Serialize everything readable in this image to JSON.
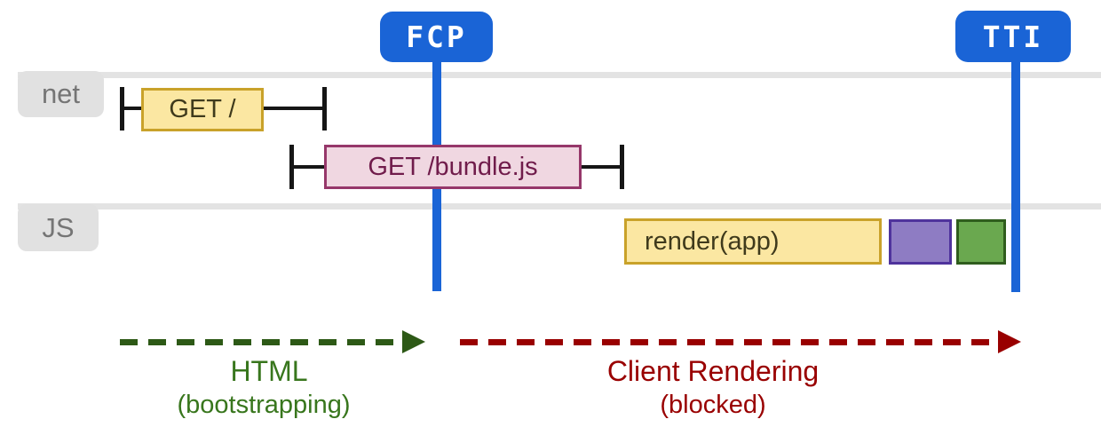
{
  "diagram": {
    "title_semantic": "client-side rendering timeline (network and JS lanes with FCP and TTI markers)",
    "markers": [
      {
        "id": "fcp",
        "label": "FCP",
        "color": "#1a64d6"
      },
      {
        "id": "tti",
        "label": "TTI",
        "color": "#1a64d6"
      }
    ],
    "lanes": [
      {
        "id": "net",
        "label": "net",
        "bg": "#e1e1e1",
        "text_color": "#757575"
      },
      {
        "id": "js",
        "label": "JS",
        "bg": "#e1e1e1",
        "text_color": "#757575"
      }
    ],
    "network_requests": [
      {
        "label": "GET /",
        "fill": "#fbe7a2",
        "border": "#c9a22a",
        "text_color": "#3f3a1c"
      },
      {
        "label": "GET /bundle.js",
        "fill": "#f0d7e1",
        "border": "#96376a",
        "text_color": "#701c4b"
      }
    ],
    "js_tasks": [
      {
        "label": "render(app)",
        "fill": "#fbe7a2",
        "border": "#c9a22a",
        "text_color": "#3f3a1c"
      },
      {
        "label": "",
        "fill": "#8e7cc3",
        "border": "#4f339c"
      },
      {
        "label": "",
        "fill": "#6aa84f",
        "border": "#2f5d1d"
      }
    ],
    "phases": [
      {
        "title": "HTML",
        "subtitle": "(bootstrapping)",
        "color": "#38761d",
        "arrow_color": "#2d5916"
      },
      {
        "title": "Client Rendering",
        "subtitle": "(blocked)",
        "color": "#990000",
        "arrow_color": "#990000"
      }
    ],
    "misc_colors": {
      "lane_line": "#e3e3e3",
      "whisker_tick": "#161616",
      "background": "#ffffff"
    }
  }
}
